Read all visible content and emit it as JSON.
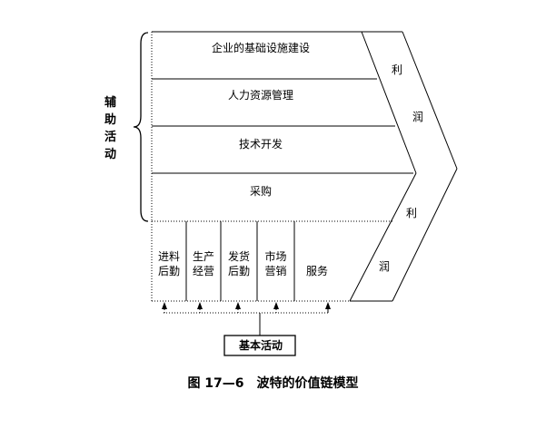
{
  "diagram": {
    "support_label": [
      "辅",
      "助",
      "活",
      "动"
    ],
    "support_activities": [
      "企业的基础设施建设",
      "人力资源管理",
      "技术开发",
      "采购"
    ],
    "primary_activities": [
      [
        "进料",
        "后勤"
      ],
      [
        "生产",
        "经营"
      ],
      [
        "发货",
        "后勤"
      ],
      [
        "市场",
        "营销"
      ],
      [
        "服务"
      ]
    ],
    "margin_upper": [
      "利",
      "润"
    ],
    "margin_lower": [
      "利",
      "润"
    ],
    "primary_label": "基本活动",
    "caption": "图 17—6　波特的价值链模型"
  }
}
